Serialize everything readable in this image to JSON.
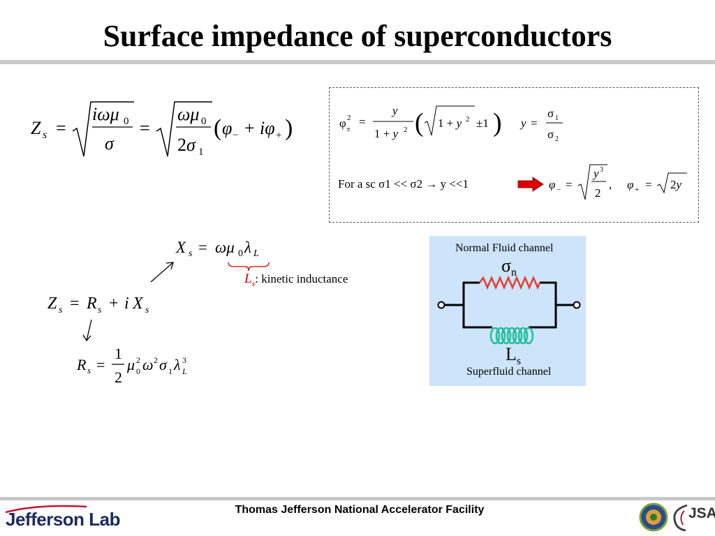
{
  "slide": {
    "title": "Surface impedance of superconductors",
    "footer": "Thomas Jefferson National Accelerator Facility",
    "logo_text": "Jefferson Lab",
    "logo_jsa": "JSA"
  },
  "condition": {
    "prefix": "For a sc",
    "relation": "σ1 << σ2 → y <<1"
  },
  "annotation": {
    "symbol": "L",
    "subscript": "s",
    "text": ": kinetic inductance"
  },
  "circuit": {
    "normal_label": "Normal Fluid channel",
    "sigma_symbol": "σ",
    "sigma_sub": "n",
    "l_symbol": "L",
    "l_sub": "s",
    "super_label": "Superfluid channel"
  },
  "colors": {
    "accent_red": "#cc0000",
    "resistor": "#e53b2c",
    "inductor": "#1fbf9a",
    "circuit_bg": "#cde4fb"
  }
}
